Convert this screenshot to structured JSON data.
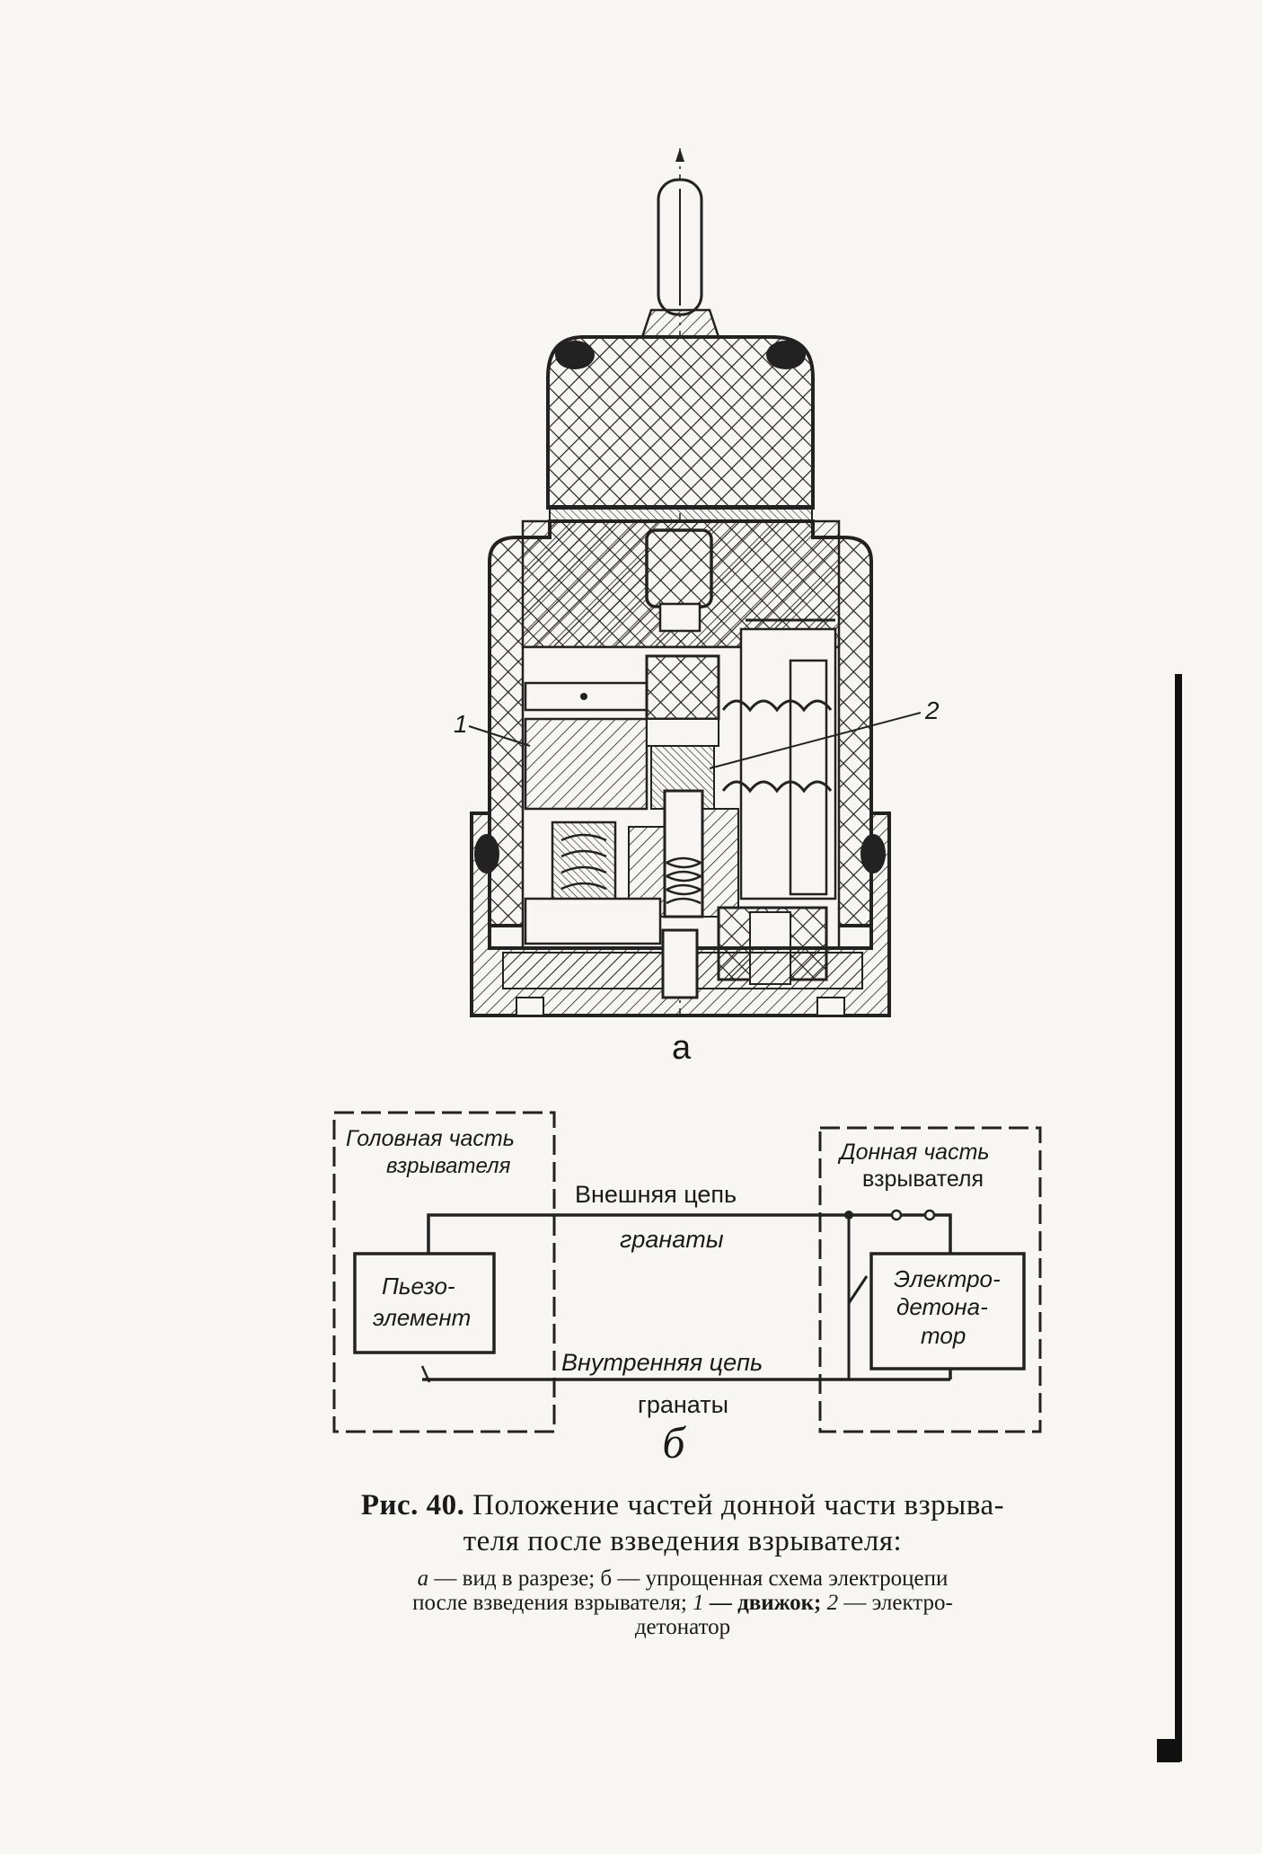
{
  "figure": {
    "view_a": {
      "label_a": "а",
      "callout_1": "1",
      "callout_2": "2"
    },
    "view_b": {
      "label_b": "б",
      "head_box": {
        "line1": "Головная часть",
        "line2": "взрывателя"
      },
      "bottom_box": {
        "line1": "Донная часть",
        "line2": "взрывателя"
      },
      "outer_circuit": {
        "line1": "Внешняя цепь",
        "line2": "гранаты"
      },
      "inner_circuit": {
        "line1": "Внутренняя цепь",
        "line2": "гранаты"
      },
      "piezo": {
        "line1": "Пьезо-",
        "line2": "элемент"
      },
      "detonator": {
        "line1": "Электро-",
        "line2": "детона-",
        "line3": "тор"
      }
    }
  },
  "caption": {
    "fig_number": "Рис. 40.",
    "title": "Положение частей донной части взрыва-",
    "title_line2": "теля после взведения взрывателя:",
    "sub_a_key": "а",
    "sub_a": " — вид в разрезе; ",
    "sub_b_key": "б",
    "sub_b": " — упрощенная схема электроцепи",
    "sub_line2": "после взведения взрывателя; ",
    "sub_1_key": "1",
    "sub_1": " — движок; ",
    "sub_2_key": "2",
    "sub_2": " — электро-",
    "sub_line3": "детонатор"
  }
}
